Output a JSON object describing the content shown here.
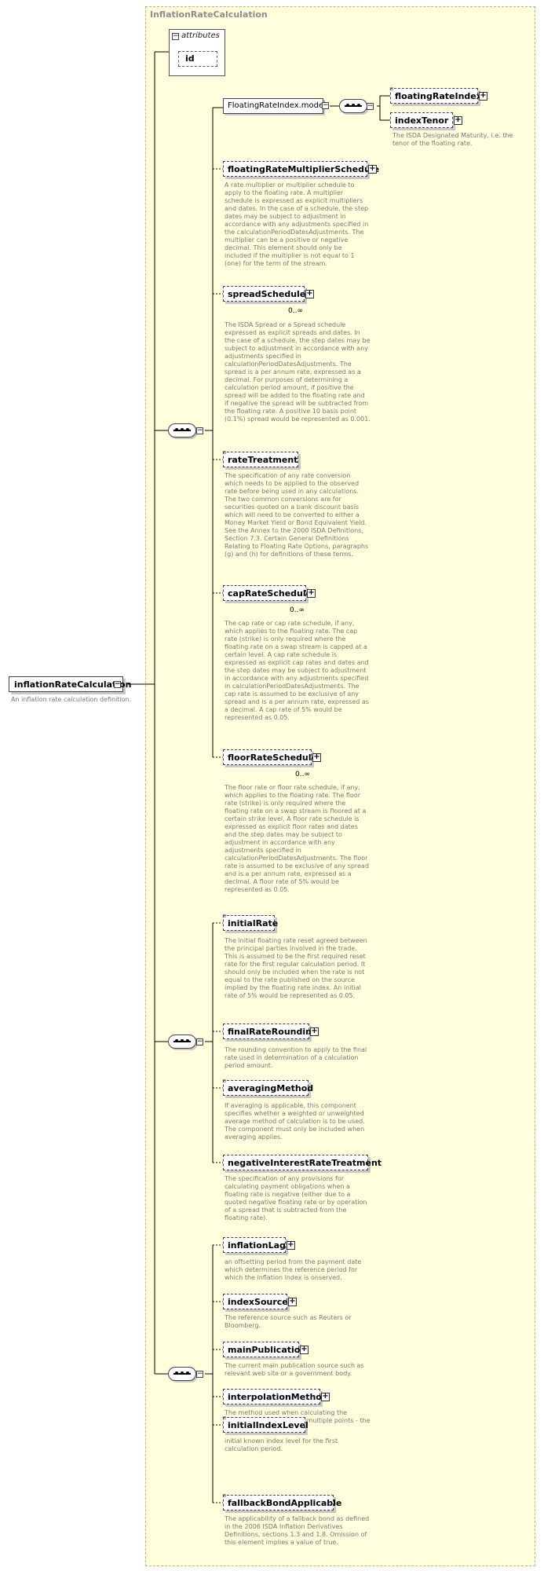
{
  "type_name": "InflationRateCalculation",
  "attributes": {
    "label": "attributes",
    "items": [
      "id"
    ]
  },
  "root": {
    "name": "inflationRateCalculation",
    "doc": "An inflation rate calculation definition."
  },
  "model": {
    "name": "FloatingRateIndex.model",
    "children": [
      {
        "name": "floatingRateIndex",
        "doc": ""
      },
      {
        "name": "indexTenor",
        "doc": "The ISDA Designated Maturity, i.e. the tenor of the floating rate."
      }
    ]
  },
  "group1": [
    {
      "name": "floatingRateMultiplierSchedule",
      "occurs": "",
      "doc": "A rate multiplier or multiplier schedule to apply to the floating rate. A multiplier schedule is expressed as explicit multipliers and dates. In the case of a schedule, the step dates may be subject to adjustment in accordance with any adjustments specified in the calculationPeriodDatesAdjustments. The multiplier can be a positive or negative decimal. This element should only be included if the multiplier is not equal to 1 (one) for the term of the stream."
    },
    {
      "name": "spreadSchedule",
      "occurs": "0..∞",
      "doc": "The ISDA Spread or a Spread schedule expressed as explicit spreads and dates. In the case of a schedule, the step dates may be subject to adjustment in accordance with any adjustments specified in calculationPeriodDatesAdjustments. The spread is a per annum rate, expressed as a decimal. For purposes of determining a calculation period amount, if positive the spread will be added to the floating rate and if negative the spread will be subtracted from the floating rate. A positive 10 basis point (0.1%) spread would be represented as 0.001."
    },
    {
      "name": "rateTreatment",
      "occurs": "",
      "doc": "The specification of any rate conversion which needs to be applied to the observed rate before being used in any calculations. The two common conversions are for securities quoted on a bank discount basis which will need to be converted to either a Money Market Yield or Bond Equivalent Yield. See the Annex to the 2000 ISDA Definitions, Section 7.3. Certain General Definitions Relating to Floating Rate Options, paragraphs (g) and (h) for definitions of these terms."
    },
    {
      "name": "capRateSchedule",
      "occurs": "0..∞",
      "doc": "The cap rate or cap rate schedule, if any, which applies to the floating rate. The cap rate (strike) is only required where the floating rate on a swap stream is capped at a certain level. A cap rate schedule is expressed as explicit cap rates and dates and the step dates may be subject to adjustment in accordance with any adjustments specified in calculationPeriodDatesAdjustments. The cap rate is assumed to be exclusive of any spread and is a per annum rate, expressed as a decimal. A cap rate of 5% would be represented as 0.05."
    },
    {
      "name": "floorRateSchedule",
      "occurs": "0..∞",
      "doc": "The floor rate or floor rate schedule, if any, which applies to the floating rate. The floor rate (strike) is only required where the floating rate on a swap stream is floored at a certain strike level. A floor rate schedule is expressed as explicit floor rates and dates and the step dates may be subject to adjustment in accordance with any adjustments specified in calculationPeriodDatesAdjustments. The floor rate is assumed to be exclusive of any spread and is a per annum rate, expressed as a decimal. A floor rate of 5% would be represented as 0.05."
    }
  ],
  "group2": [
    {
      "name": "initialRate",
      "doc": "The initial floating rate reset agreed between the principal parties involved in the trade. This is assumed to be the first required reset rate for the first regular calculation period. It should only be included when the rate is not equal to the rate published on the source implied by the floating rate index. An initial rate of 5% would be represented as 0.05."
    },
    {
      "name": "finalRateRounding",
      "doc": "The rounding convention to apply to the final rate used in determination of a calculation period amount."
    },
    {
      "name": "averagingMethod",
      "doc": "If averaging is applicable, this component specifies whether a weighted or unweighted average method of calculation is to be used. The component must only be included when averaging applies."
    },
    {
      "name": "negativeInterestRateTreatment",
      "doc": "The specification of any provisions for calculating payment obligations when a floating rate is negative (either due to a quoted negative floating rate or by operation of a spread that is subtracted from the floating rate)."
    }
  ],
  "group3": [
    {
      "name": "inflationLag",
      "doc": "an offsetting period from the payment date which determines the reference period for which the inflation index is onserved."
    },
    {
      "name": "indexSource",
      "doc": "The reference source such as Reuters or Bloomberg."
    },
    {
      "name": "mainPublication",
      "doc": "The current main publication source such as relevant web site or a government body."
    },
    {
      "name": "interpolationMethod",
      "doc": "The method used when calculating the Inflation Index Level from multiple points - the most common is Linear."
    },
    {
      "name": "initialIndexLevel",
      "doc": "initial known index level for the first calculation period."
    },
    {
      "name": "fallbackBondApplicable",
      "doc": "The applicability of a fallback bond as defined in the 2006 ISDA Inflation Derivatives Definitions, sections 1.3 and 1.8. Omission of this element implies a value of true."
    }
  ]
}
